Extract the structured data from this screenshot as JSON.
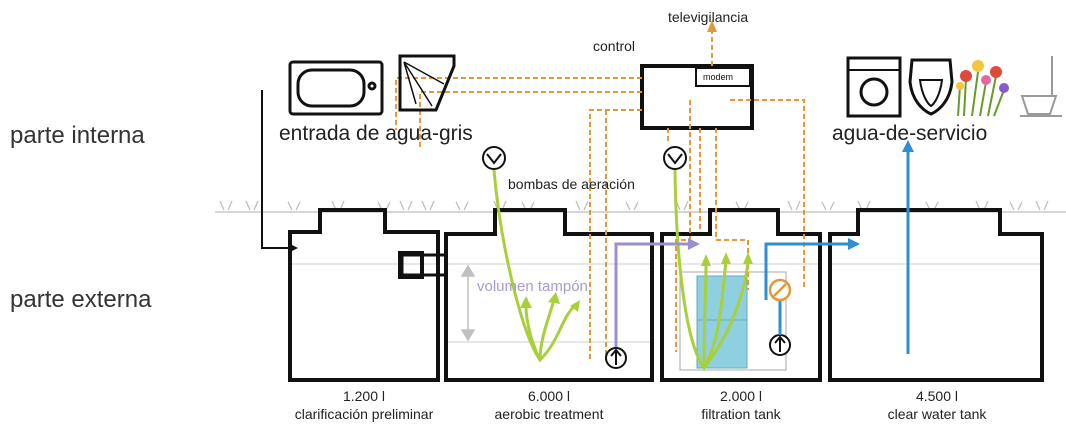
{
  "zones": {
    "internal": "parte interna",
    "external": "parte externa"
  },
  "labels": {
    "greywater_in": "entrada de agua-gris",
    "service_water": "agua-de-servicio",
    "control": "control",
    "modem": "modem",
    "telemonitoring": "televigilancia",
    "aeration_pumps": "bombas de aeración",
    "buffer_volume": "volumen tampón"
  },
  "tanks": [
    {
      "volume": "1.200 l",
      "name": "clarificación preliminar"
    },
    {
      "volume": "6.000 l",
      "name": "aerobic treatment"
    },
    {
      "volume": "2.000 l",
      "name": "filtration tank"
    },
    {
      "volume": "4.500 l",
      "name": "clear water tank"
    }
  ],
  "icons": {
    "sources": [
      "bathtub-icon",
      "shower-icon"
    ],
    "uses": [
      "washing-machine-icon",
      "toilet-icon",
      "garden-flowers-icon",
      "sink-icon"
    ]
  },
  "colors": {
    "tank_outline": "#111111",
    "aeration_green": "#a9cf3a",
    "control_orange": "#e09a3c",
    "water_blue": "#2f8fd0",
    "buffer_violet": "#9a8fd0",
    "membrane_blue": "#8fd0e0"
  }
}
